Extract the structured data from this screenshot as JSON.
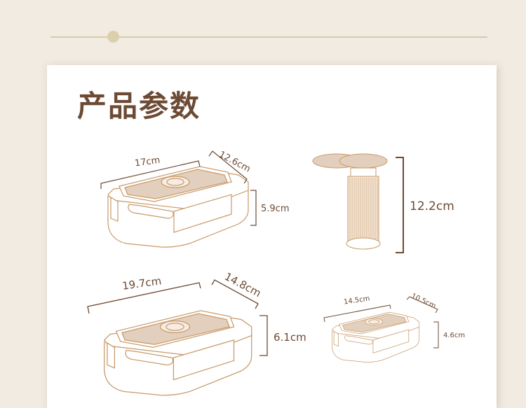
{
  "title": "产品参数",
  "products": [
    {
      "name": "medium-container",
      "length": "17cm",
      "width": "12.6cm",
      "height": "5.9cm"
    },
    {
      "name": "vacuum-pump",
      "height": "12.2cm"
    },
    {
      "name": "large-container",
      "length": "19.7cm",
      "width": "14.8cm",
      "height": "6.1cm"
    },
    {
      "name": "small-container",
      "length": "14.5cm",
      "width": "10.5cm",
      "height": "4.6cm"
    }
  ],
  "colors": {
    "background": "#f1ebe2",
    "text": "#6d4a34",
    "line": "#c89a6a",
    "lid": "#e3cfbd"
  }
}
